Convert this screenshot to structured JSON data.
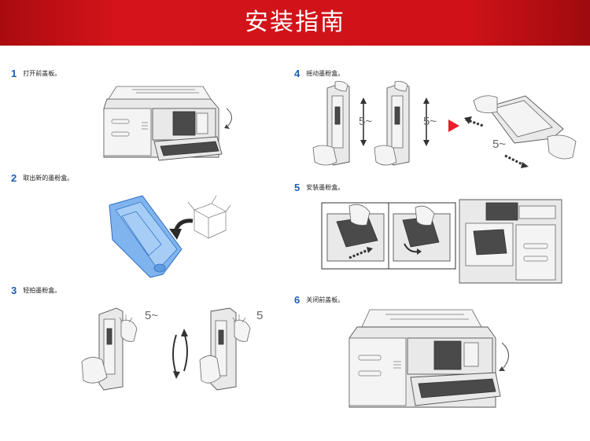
{
  "title": "安装指南",
  "steps": [
    {
      "num": "1",
      "text": "打开前盖板。"
    },
    {
      "num": "2",
      "text": "取出新的墨粉盒。"
    },
    {
      "num": "3",
      "text": "轻拍墨粉盒。"
    },
    {
      "num": "4",
      "text": "摇动墨粉盒。"
    },
    {
      "num": "5",
      "text": "安装墨粉盒。"
    },
    {
      "num": "6",
      "text": "关闭前盖板。"
    }
  ],
  "labels": {
    "shake": "5~",
    "tap_a": "5~",
    "tap_b": "5"
  },
  "colors": {
    "banner": "#d4141a",
    "step_number": "#1a5fb4",
    "cartridge": "#7fb4ee",
    "arrow_red": "#e8202a"
  }
}
